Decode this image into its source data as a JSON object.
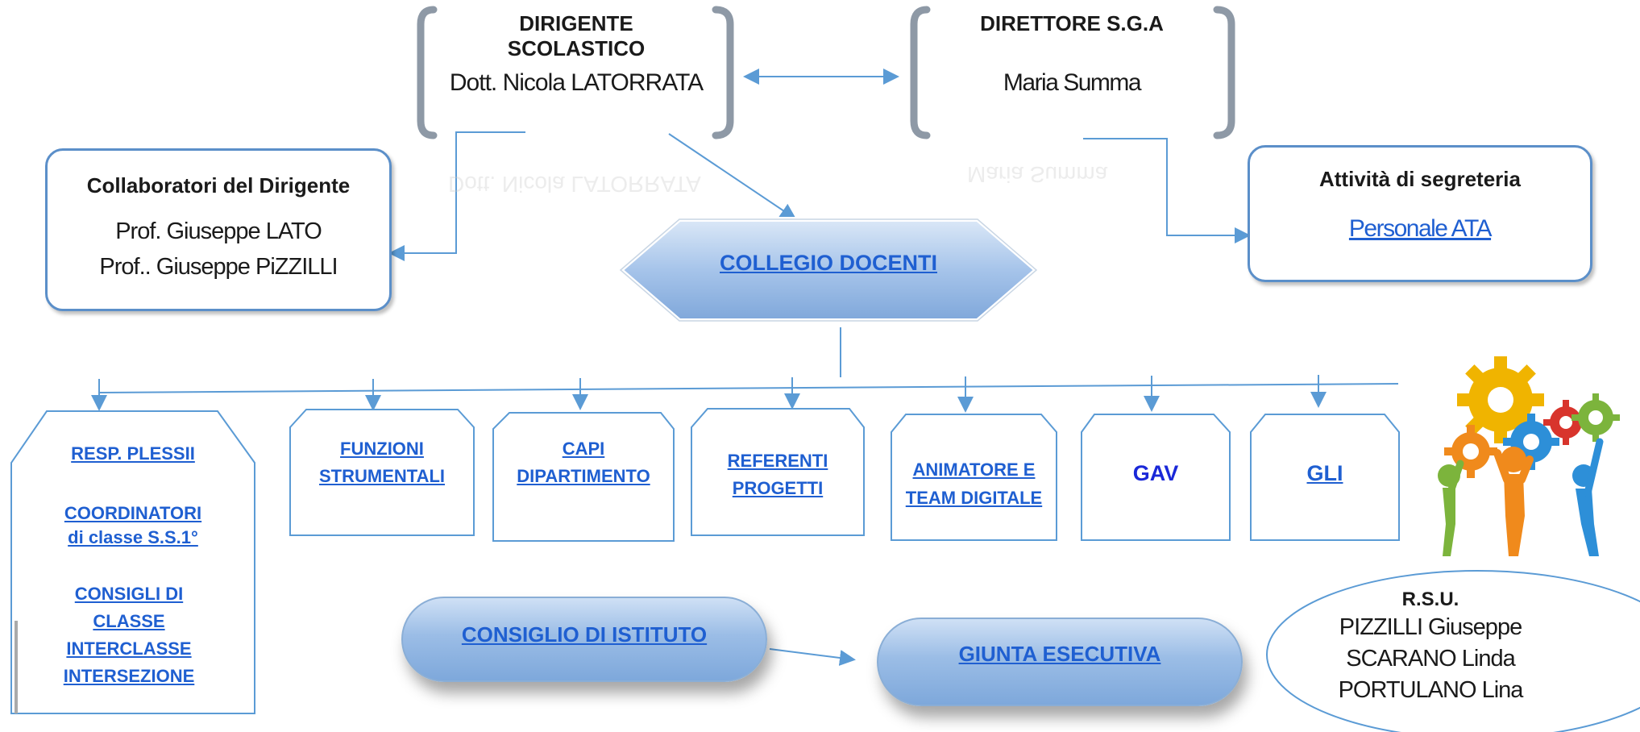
{
  "dirigente": {
    "title": "DIRIGENTE SCOLASTICO",
    "name": "Dott. Nicola LATORRATA"
  },
  "direttore": {
    "title": "DIRETTORE S.G.A",
    "name": "Maria Summa"
  },
  "collaboratori": {
    "title": "Collaboratori del Dirigente",
    "line1": "Prof. Giuseppe LATO",
    "line2": "Prof.. Giuseppe PiZZILLI"
  },
  "segreteria": {
    "title": "Attività di segreteria",
    "link": "Personale ATA"
  },
  "collegio": {
    "label": "COLLEGIO DOCENTI"
  },
  "left_column": {
    "resp": "RESP. PLESSII",
    "coord1": "COORDINATORI",
    "coord2": "di classe S.S.1°",
    "cons1": "CONSIGLI DI",
    "cons2": "CLASSE",
    "cons3": "INTERCLASSE",
    "cons4": "INTERSEZIONE"
  },
  "boxes": {
    "funzioni": [
      "FUNZIONI",
      "STRUMENTALI"
    ],
    "capi": [
      "CAPI",
      "DIPARTIMENTO"
    ],
    "referenti": [
      "REFERENTI",
      "PROGETTI"
    ],
    "animatore": [
      "ANIMATORE E",
      "TEAM DIGITALE"
    ],
    "gav": "GAV",
    "gli": "GLI"
  },
  "consiglio": {
    "label": "CONSIGLIO DI ISTITUTO"
  },
  "giunta": {
    "label": "GIUNTA ESECUTIVA"
  },
  "rsu": {
    "title": "R.S.U.",
    "line1": "PIZZILLI Giuseppe",
    "line2": "SCARANO Linda",
    "line3": "PORTULANO  Lina"
  },
  "colors": {
    "border": "#5b8fc9",
    "link": "#1f5fd1",
    "line": "#5b9bd5",
    "fill": "#9bbde6"
  },
  "illustration": {
    "icon": "people-gears-icon"
  }
}
